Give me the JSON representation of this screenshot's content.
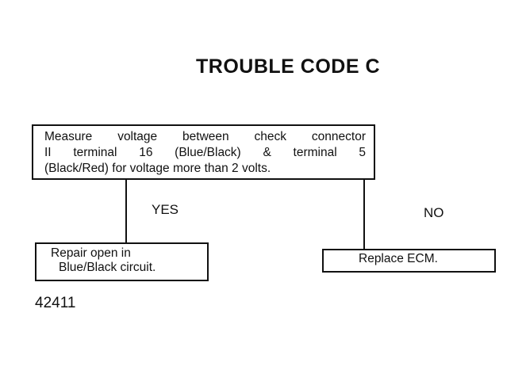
{
  "title": "TROUBLE CODE C",
  "start_box": {
    "lines": [
      "Measure voltage between check connector",
      "II terminal 16 (Blue/Black) & terminal 5",
      "(Black/Red) for voltage more than 2 volts."
    ]
  },
  "branches": {
    "yes": {
      "label": "YES",
      "action_lines": [
        "Repair open in",
        "Blue/Black circuit."
      ]
    },
    "no": {
      "label": "NO",
      "action": "Replace ECM."
    }
  },
  "figure_id": "42411"
}
